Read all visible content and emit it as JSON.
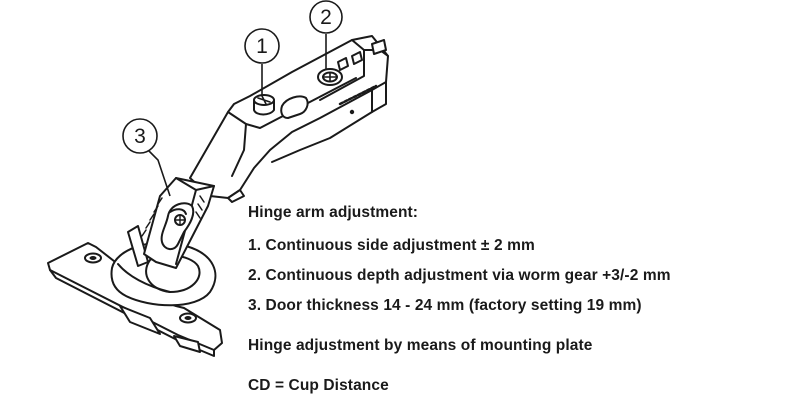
{
  "callouts": {
    "one": "1",
    "two": "2",
    "three": "3"
  },
  "description": {
    "heading": "Hinge arm adjustment:",
    "items": [
      "1. Continuous side adjustment ± 2 mm",
      "2. Continuous depth adjustment via worm gear +3/-2 mm",
      "3. Door thickness 14 - 24 mm (factory setting 19 mm)"
    ],
    "plate_note": "Hinge adjustment by means of mounting plate",
    "cd_note": "CD = Cup Distance"
  },
  "colors": {
    "line": "#1a1a1a",
    "fill": "#ffffff",
    "text": "#1a1a1a"
  },
  "icons": {
    "hinge": "concealed-cabinet-hinge-icon"
  }
}
